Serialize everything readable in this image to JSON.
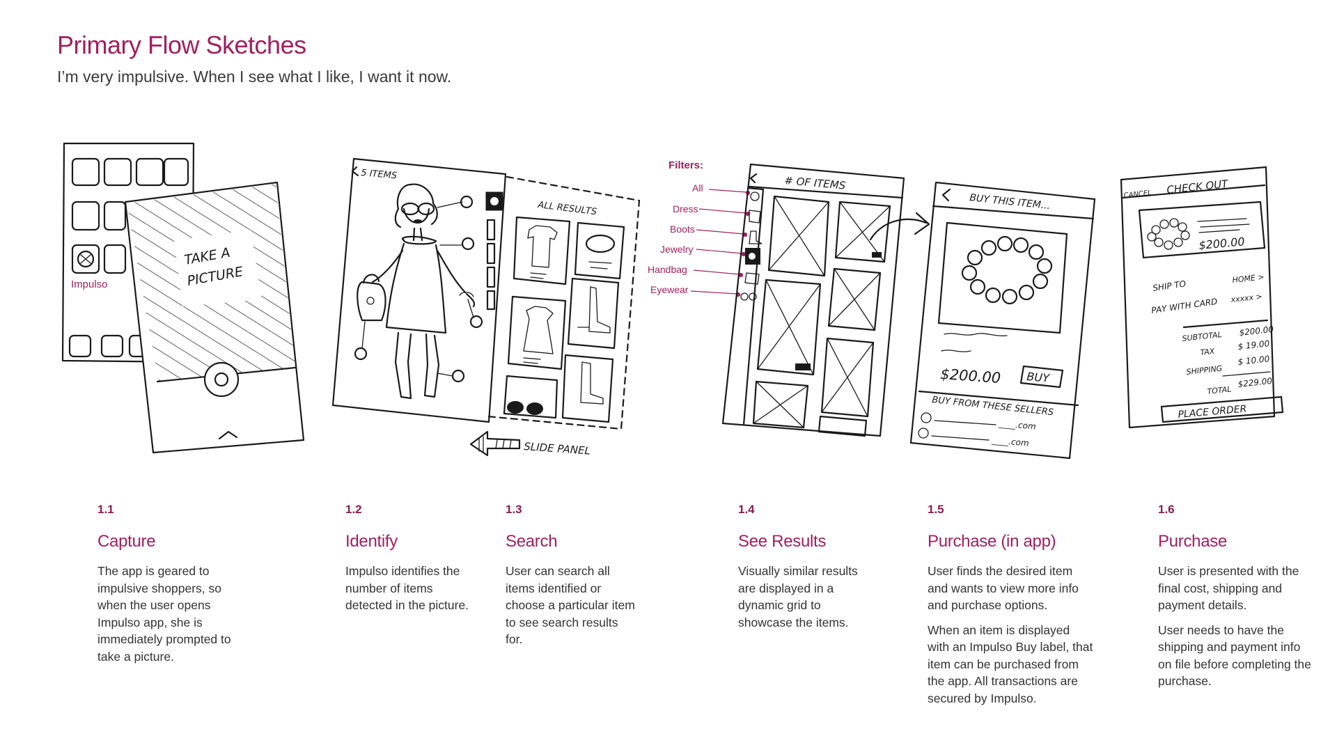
{
  "header": {
    "title": "Primary Flow Sketches",
    "subtitle": "I’m very impulsive. When I see what I like, I want it now."
  },
  "sketch_labels": {
    "app_name": "Impulso",
    "take_picture_line1": "TAKE A",
    "take_picture_line2": "PICTURE",
    "items_count": "5 ITEMS",
    "all_results": "ALL RESULTS",
    "slide_panel": "SLIDE PANEL",
    "filters_title": "Filters:",
    "filters": [
      "All",
      "Dress",
      "Boots",
      "Jewelry",
      "Handbag",
      "Eyewear"
    ],
    "num_of_items": "# OF ITEMS",
    "buy_this_item": "BUY THIS ITEM...",
    "price": "$200.00",
    "buy": "BUY",
    "buy_from_sellers": "BUY FROM THESE SELLERS",
    "seller_1": "____.com",
    "seller_2": "____.com",
    "cancel": "CANCEL",
    "check_out": "CHECK OUT",
    "ship_to": "SHIP TO",
    "ship_to_value": "HOME >",
    "pay_with_card": "PAY WITH CARD",
    "card_value": "xxxxx >",
    "subtotal": "SUBTOTAL",
    "subtotal_value": "$200.00",
    "tax": "TAX",
    "tax_value": "$ 19.00",
    "shipping": "SHIPPING",
    "shipping_value": "$ 10.00",
    "total": "TOTAL",
    "total_value": "$229.00",
    "place_order": "PLACE ORDER"
  },
  "steps": [
    {
      "number": "1.1",
      "title": "Capture",
      "paragraphs": [
        "The app is geared to impulsive shoppers, so when the user opens Impulso app, she is immediately prompted to take a picture."
      ]
    },
    {
      "number": "1.2",
      "title": "Identify",
      "paragraphs": [
        "Impulso identifies the number of items detected in the picture."
      ]
    },
    {
      "number": "1.3",
      "title": "Search",
      "paragraphs": [
        "User can search all items identified or choose a particular item to see search results for."
      ]
    },
    {
      "number": "1.4",
      "title": "See Results",
      "paragraphs": [
        "Visually similar results are displayed in a dynamic grid to showcase the items."
      ]
    },
    {
      "number": "1.5",
      "title": "Purchase (in app)",
      "paragraphs": [
        "User finds the desired item and wants to view more info and purchase options.",
        "When an item is displayed with an Impulso Buy label, that item can be purchased from the app. All transactions are secured by Impulso."
      ]
    },
    {
      "number": "1.6",
      "title": "Purchase",
      "paragraphs": [
        "User is presented with the final cost, shipping and payment details.",
        "User needs to have the shipping and payment info on file before completing the purchase."
      ]
    }
  ],
  "colors": {
    "accent": "#a0205e",
    "number": "#8c1d4f",
    "body_text": "#333333"
  }
}
